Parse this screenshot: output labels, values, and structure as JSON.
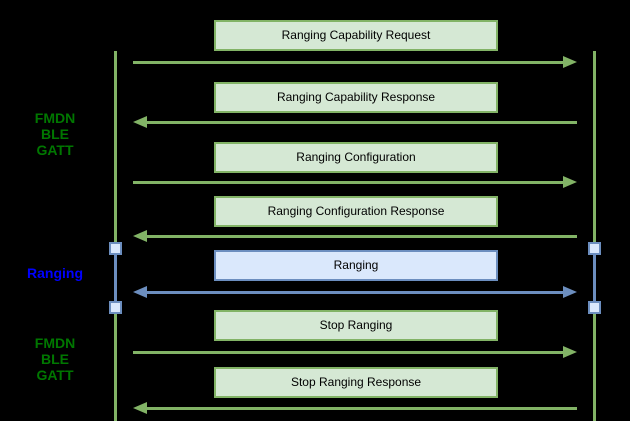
{
  "side_labels": {
    "top": {
      "text": "FMDN\nBLE\nGATT",
      "color": "#007700"
    },
    "middle": {
      "text": "Ranging",
      "color": "#0000ff"
    },
    "bottom": {
      "text": "FMDN\nBLE\nGATT",
      "color": "#007700"
    }
  },
  "messages": [
    {
      "label": "Ranging Capability Request",
      "direction": "right",
      "style": "green"
    },
    {
      "label": "Ranging Capability Response",
      "direction": "left",
      "style": "green"
    },
    {
      "label": "Ranging Configuration",
      "direction": "right",
      "style": "green"
    },
    {
      "label": "Ranging Configuration Response",
      "direction": "left",
      "style": "green"
    },
    {
      "label": "Ranging",
      "direction": "both",
      "style": "blue"
    },
    {
      "label": "Stop Ranging",
      "direction": "right",
      "style": "green"
    },
    {
      "label": "Stop Ranging Response",
      "direction": "left",
      "style": "green"
    }
  ],
  "colors": {
    "background": "#000000",
    "green_stroke": "#82b366",
    "green_fill": "#d5e8d4",
    "blue_stroke": "#6c8ebf",
    "blue_fill": "#dae8fc",
    "green_label_text": "#007700",
    "blue_label_text": "#0000ff",
    "box_text": "#000000"
  }
}
